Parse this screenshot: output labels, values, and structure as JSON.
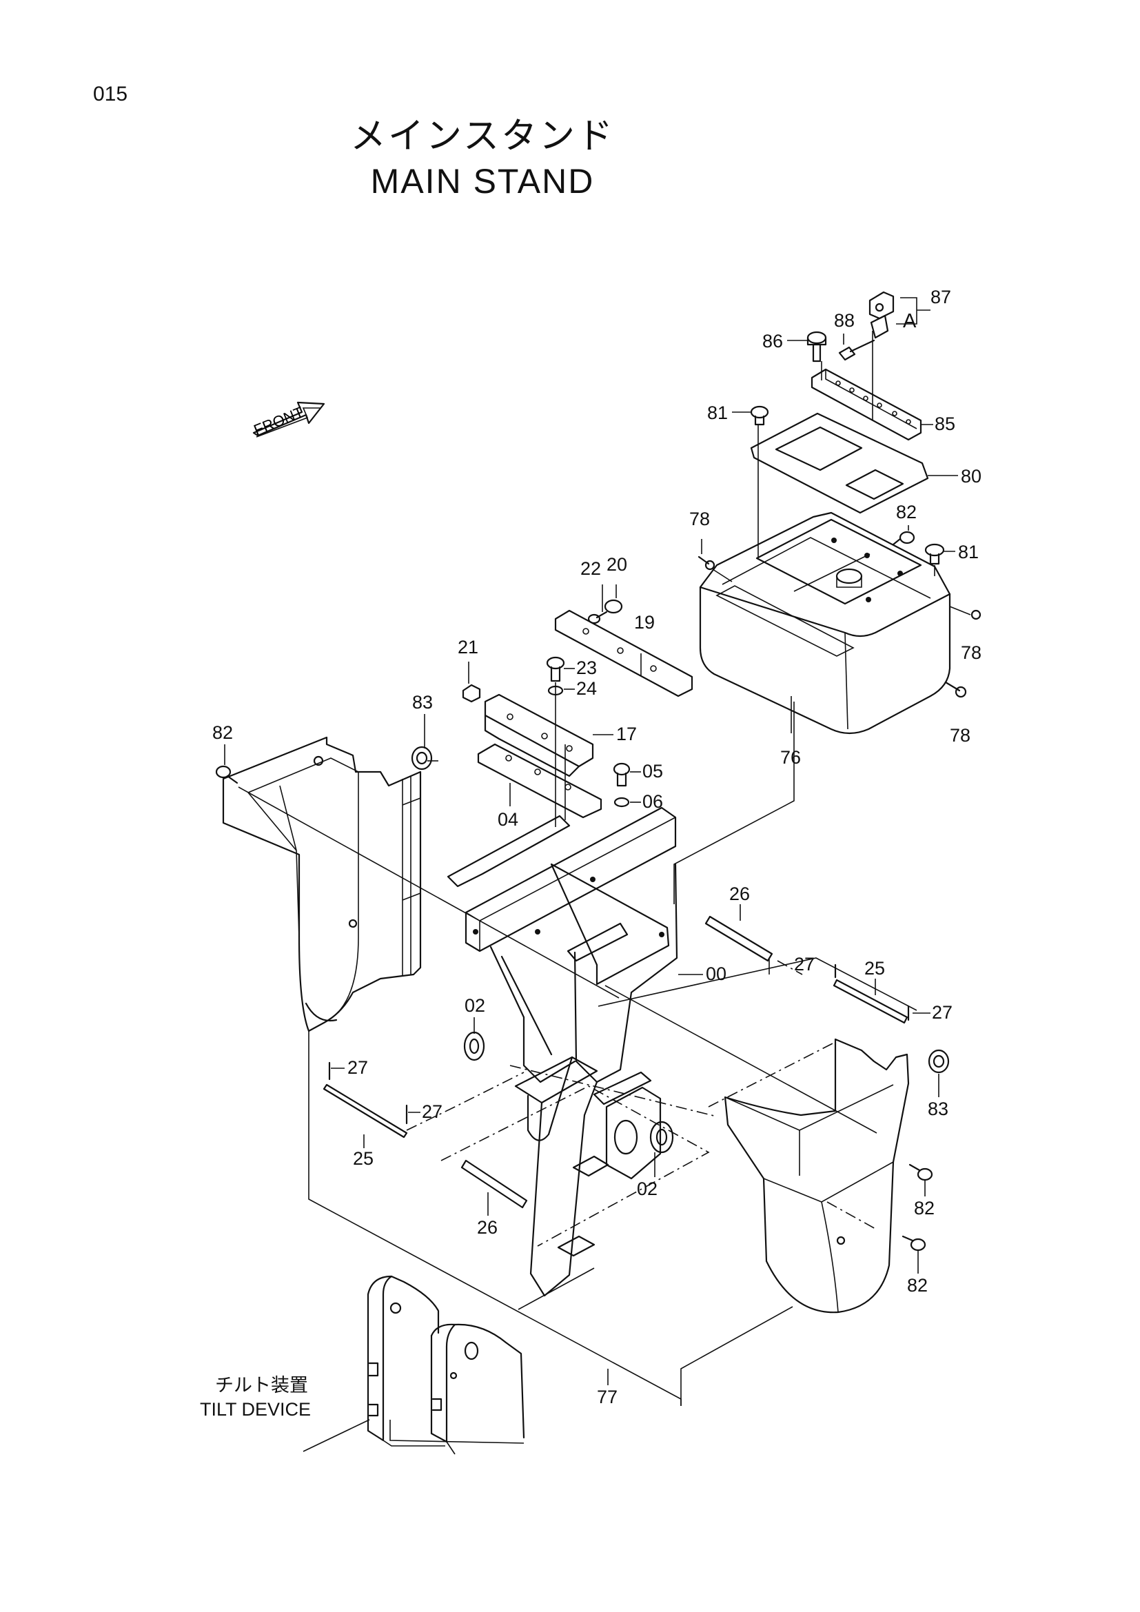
{
  "page_number": "015",
  "title_jp": "メインスタンド",
  "title_en": "MAIN  STAND",
  "front_label": "FRONT",
  "view_marker": "A",
  "tilt_device_jp": "チルト装置",
  "tilt_device_en": "TILT  DEVICE",
  "callouts": {
    "c87": "87",
    "c88": "88",
    "c86": "86",
    "c85": "85",
    "c81a": "81",
    "c80": "80",
    "c78a": "78",
    "c82a": "82",
    "c81b": "81",
    "c78b": "78",
    "c78c": "78",
    "c76": "76",
    "c22": "22",
    "c20": "20",
    "c19": "19",
    "c21": "21",
    "c23": "23",
    "c24": "24",
    "c17": "17",
    "c05": "05",
    "c06": "06",
    "c04": "04",
    "c83a": "83",
    "c82b": "82",
    "c26a": "26",
    "c00": "00",
    "c27a": "27",
    "c25a": "25",
    "c27b": "27",
    "c02a": "02",
    "c83b": "83",
    "c27c": "27",
    "c27d": "27",
    "c25b": "25",
    "c02b": "02",
    "c26b": "26",
    "c82c": "82",
    "c82d": "82",
    "c77": "77"
  }
}
